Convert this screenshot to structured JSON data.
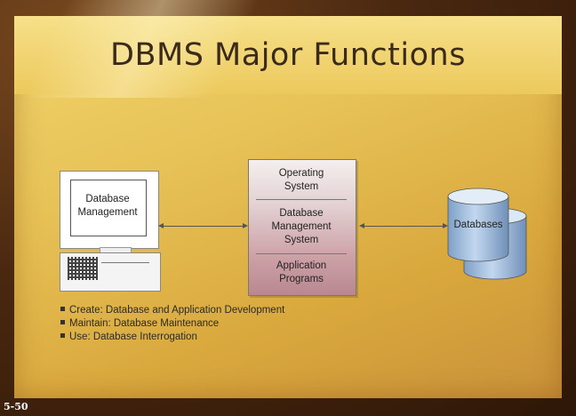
{
  "slide": {
    "title": "DBMS Major Functions",
    "number": "5-50"
  },
  "diagram": {
    "computer_label": "Database\nManagement",
    "stack": [
      {
        "label": "Operating\nSystem"
      },
      {
        "label": "Database\nManagement\nSystem"
      },
      {
        "label": "Application\nPrograms"
      }
    ],
    "database_label": "Databases"
  },
  "legend": [
    "Create: Database and Application Development",
    "Maintain: Database Maintenance",
    "Use: Database Interrogation"
  ],
  "colors": {
    "slide_gold": "#e7c257",
    "database_blue": "#a9c6e8",
    "stack_rose": "#cda3a8"
  }
}
